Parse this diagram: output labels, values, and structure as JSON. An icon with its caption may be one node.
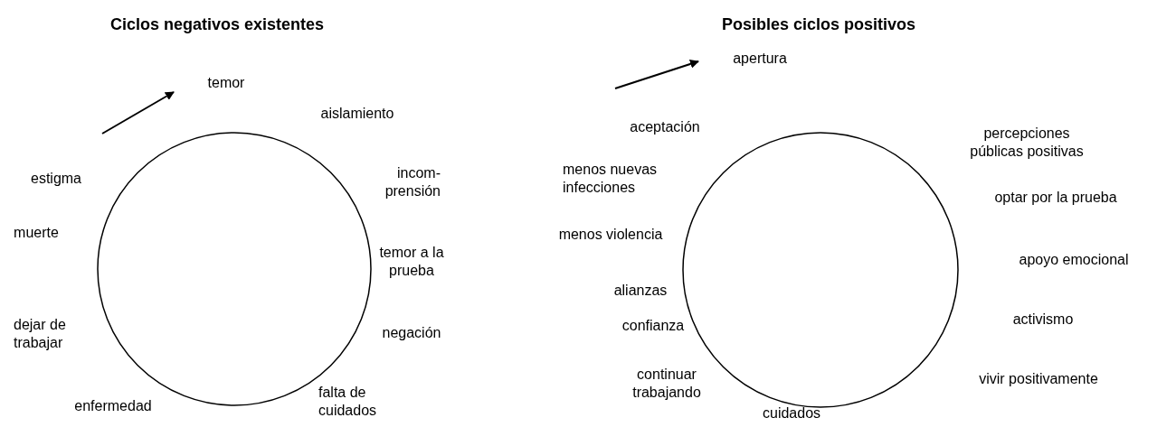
{
  "diagram": {
    "nodes": [
      {
        "text": [],
        "shape": "circle"
      },
      {
        "text": [],
        "shape": "circle"
      }
    ],
    "labels": [
      "Ciclos negativos existentes",
      "temor",
      "aislamiento",
      "incom- prensión",
      "estigma",
      "temor a la prueba",
      "muerte",
      "dejar de trabajar",
      "negación",
      "enfermedad",
      "falta de cuidados",
      "Posibles ciclos positivos",
      "apertura",
      "aceptación",
      "percepciones públicas positivas",
      "menos nuevas infecciones",
      "optar por la prueba",
      "menos violencia",
      "apoyo emocional",
      "alianzas",
      "activismo",
      "confianza",
      "continuar trabajando",
      "vivir positivamente",
      "cuidados"
    ]
  }
}
